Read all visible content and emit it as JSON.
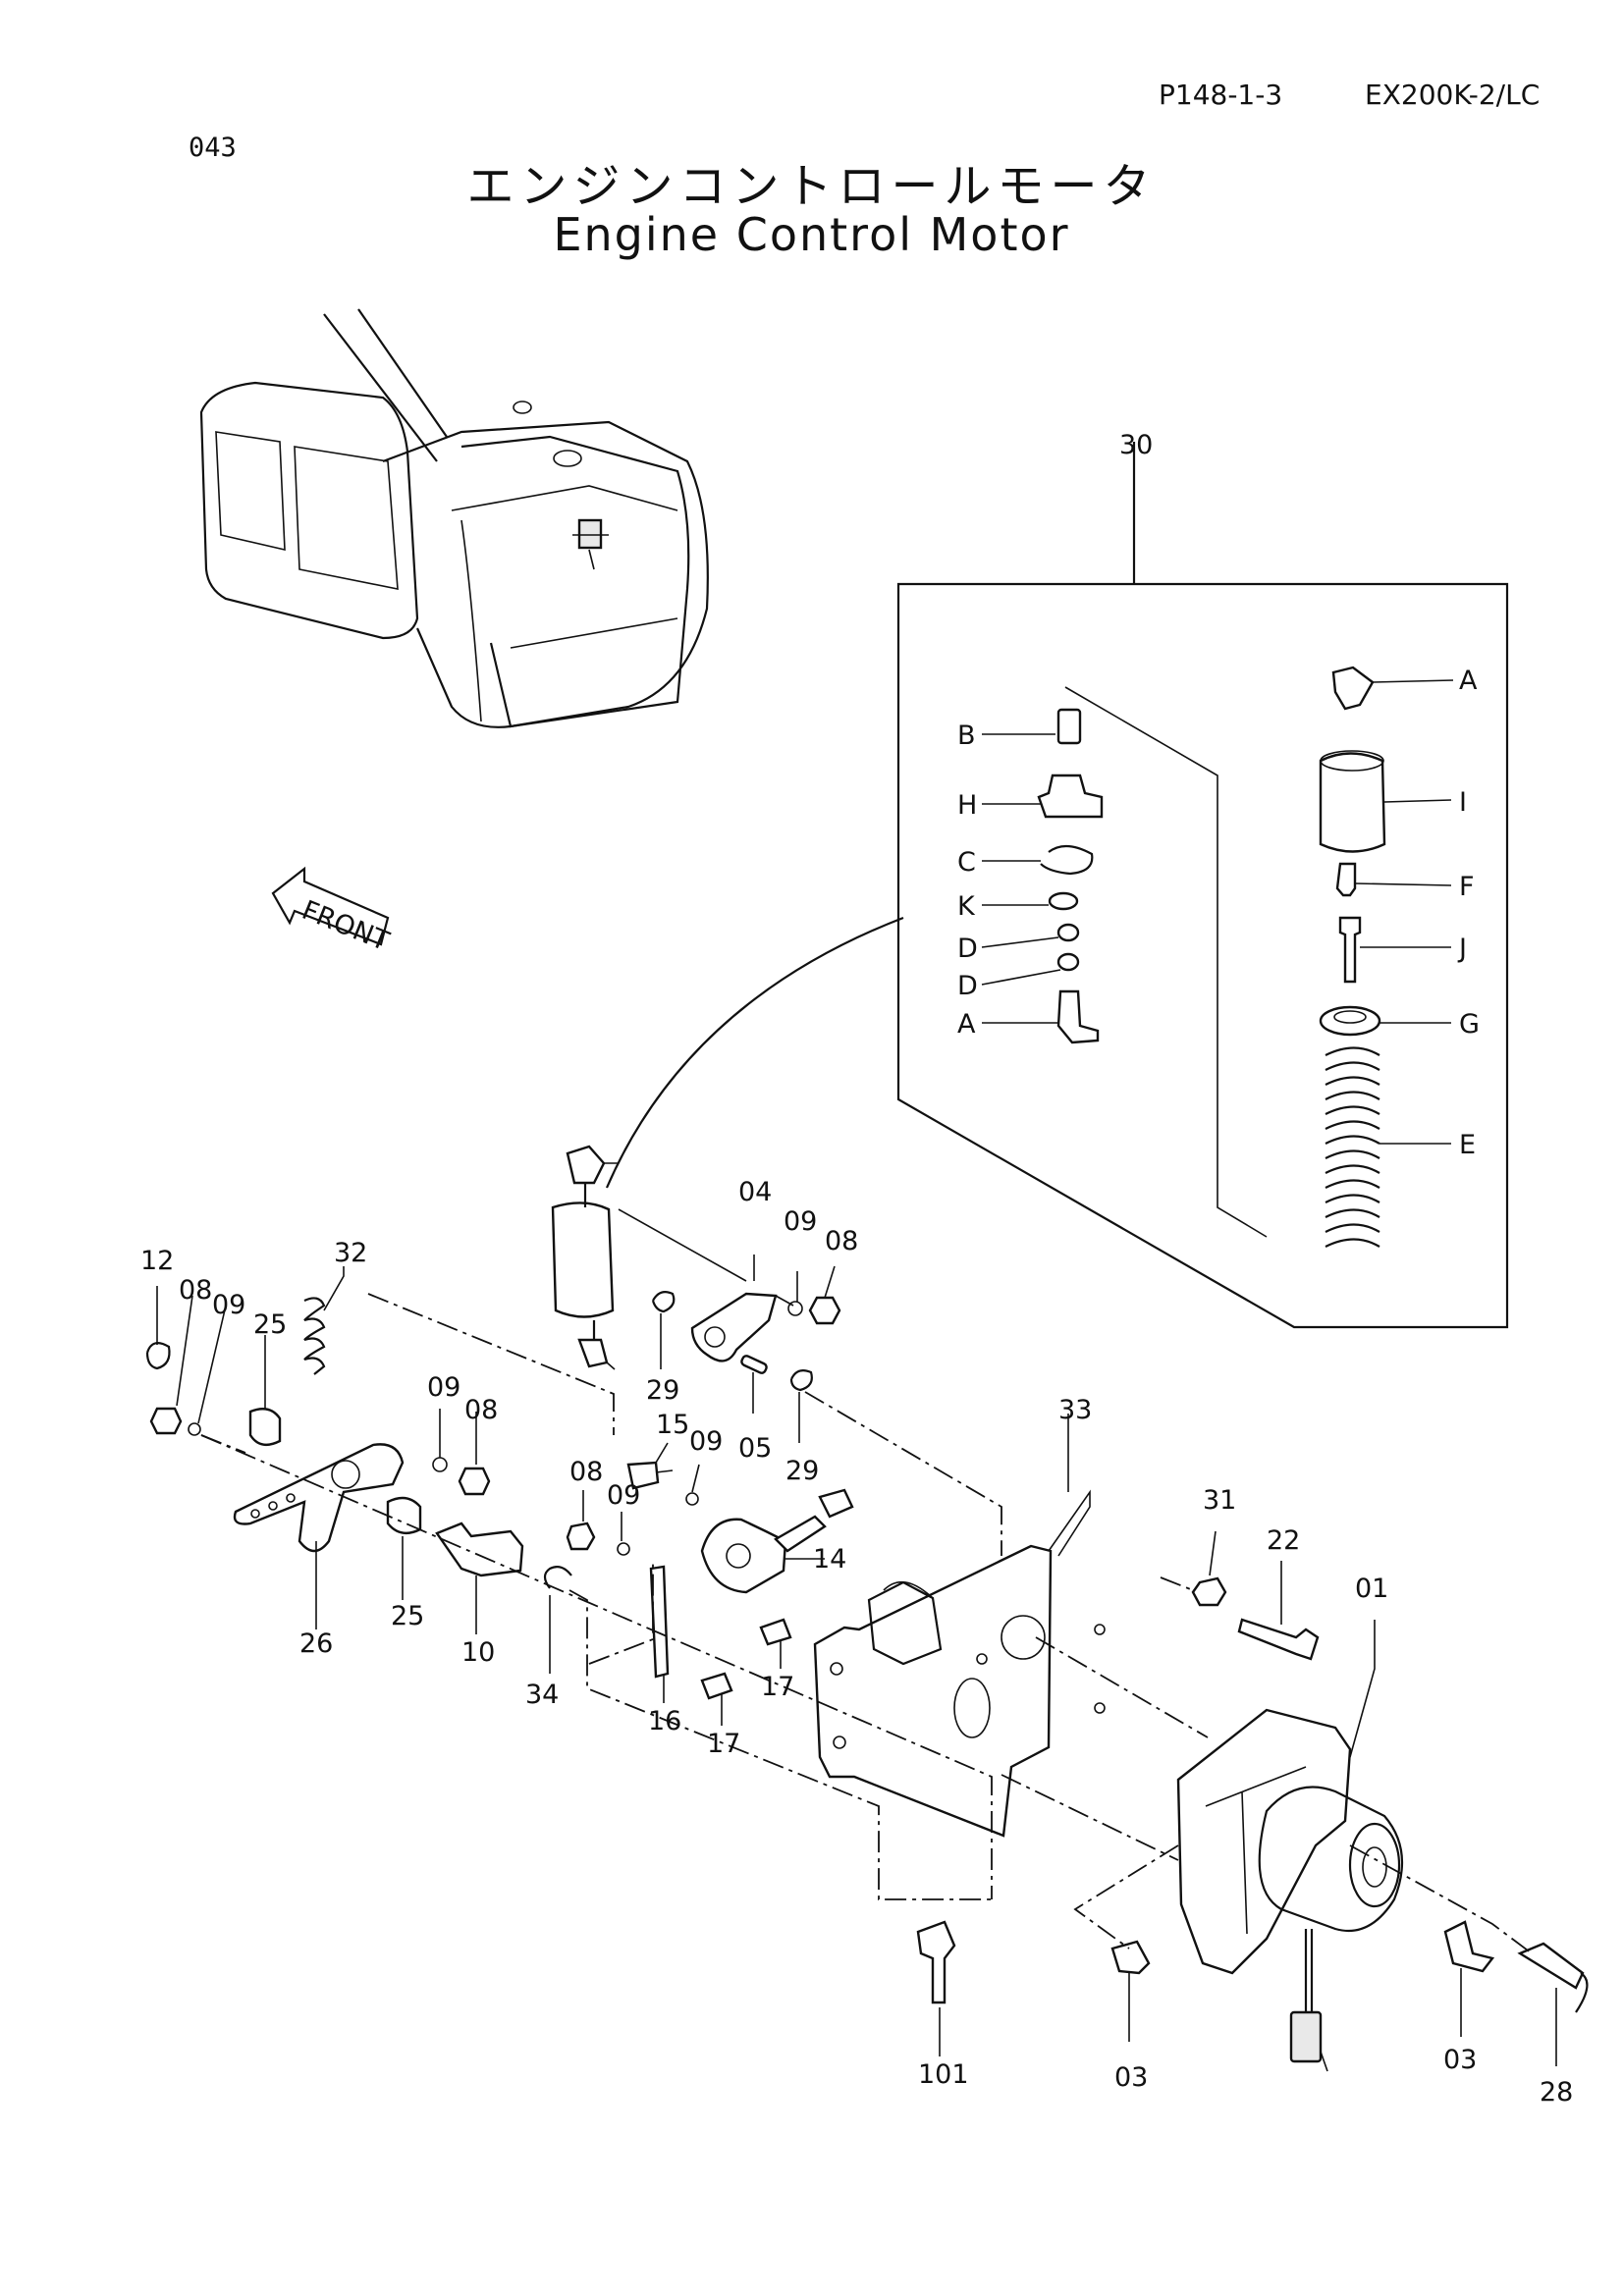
{
  "header": {
    "page_number": "043",
    "page_ref": "P148-1-3",
    "model": "EX200K-2/LC",
    "title_jp": "エンジンコントロールモータ",
    "title_en": "Engine Control Motor"
  },
  "direction_label": "FRONT",
  "callouts": {
    "c30": "30",
    "cA1": "A",
    "cB": "B",
    "cH": "H",
    "cI": "I",
    "cC": "C",
    "cF": "F",
    "cK": "K",
    "cD1": "D",
    "cJ": "J",
    "cD2": "D",
    "cA2": "A",
    "cG": "G",
    "cE": "E",
    "c04": "04",
    "c09a": "09",
    "c08a": "08",
    "c12": "12",
    "c32": "32",
    "c08b": "08",
    "c09b": "09",
    "c25a": "25",
    "c29a": "29",
    "c05": "05",
    "c29b": "29",
    "c09c": "09",
    "c08c": "08",
    "c15": "15",
    "c09d": "09",
    "c08d": "08",
    "c09e": "09",
    "c14": "14",
    "c33": "33",
    "c31": "31",
    "c22": "22",
    "c01": "01",
    "c26": "26",
    "c25b": "25",
    "c10": "10",
    "c34": "34",
    "c16": "16",
    "c17a": "17",
    "c17b": "17",
    "c101": "101",
    "c03a": "03",
    "c03b": "03",
    "c28": "28"
  }
}
